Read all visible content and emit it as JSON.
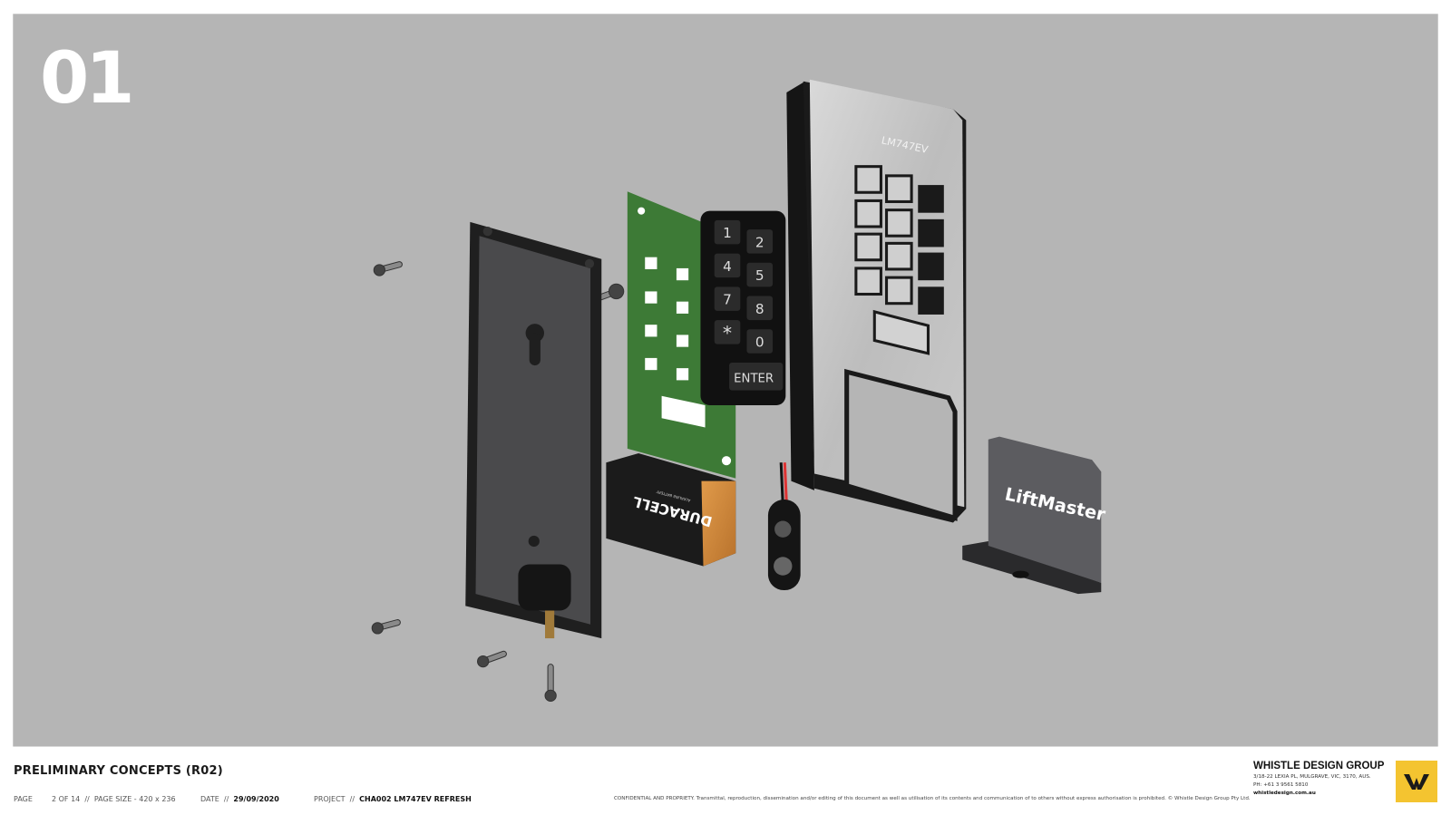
{
  "slide": {
    "number": "01"
  },
  "product": {
    "model_label": "LM747EV",
    "keypad_keys": [
      "1",
      "2",
      "4",
      "5",
      "7",
      "8",
      "*",
      "0"
    ],
    "enter_label": "ENTER",
    "battery_brand": "DURACELL",
    "battery_sub": "ALKALINE BATTERY",
    "brand_logo": "LiftMaster"
  },
  "footer": {
    "title": "PRELIMINARY CONCEPTS (R02)",
    "page_label": "PAGE",
    "page_value": "2 OF 14",
    "sep": "//",
    "page_size": "PAGE SIZE - 420 x 236",
    "date_label": "DATE",
    "date_value": "29/09/2020",
    "project_label": "PROJECT",
    "project_value": "CHA002 LM747EV REFRESH",
    "legal": "CONFIDENTIAL AND PROPRIETY.  Transmittal, reproduction, dissemination and/or editing of this document as well as utilisation of its contents and communication of to others without express authorisation is prohibited. © Whistle Design Group Pty Ltd."
  },
  "company": {
    "name": "WHISTLE DESIGN GROUP",
    "address": "3/18-22 LEXIA PL, MULGRAVE, VIC, 3170, AUS.",
    "phone": "PH: +61 3 9561 5810",
    "website": "whistledesign.com.au",
    "logo_letter": "W"
  },
  "colors": {
    "panel": "#b5b5b5",
    "pcb": "#3d7a36",
    "logo": "#f4c430",
    "copper": "#d08a3a"
  }
}
